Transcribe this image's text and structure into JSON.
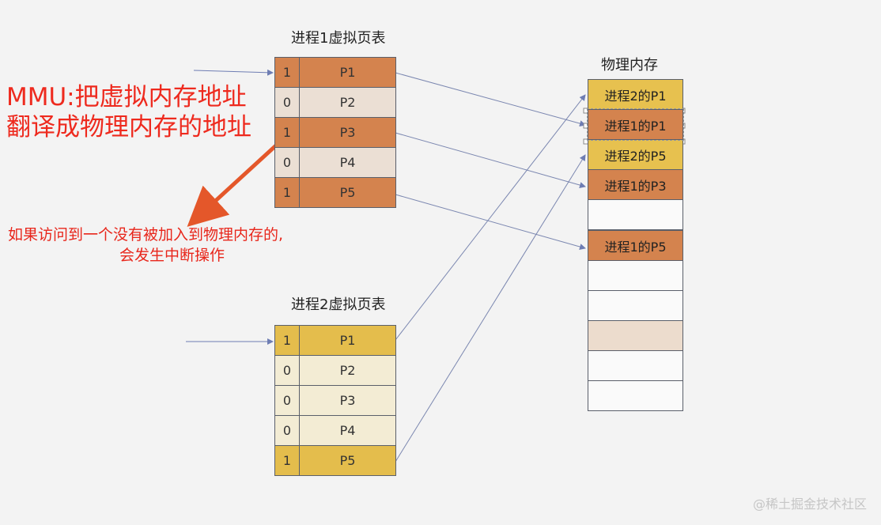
{
  "process1_table": {
    "title": "进程1虚拟页表",
    "rows": [
      {
        "flag": "1",
        "page": "P1",
        "present": true
      },
      {
        "flag": "0",
        "page": "P2",
        "present": false
      },
      {
        "flag": "1",
        "page": "P3",
        "present": true
      },
      {
        "flag": "0",
        "page": "P4",
        "present": false
      },
      {
        "flag": "1",
        "page": "P5",
        "present": true
      }
    ]
  },
  "process2_table": {
    "title": "进程2虚拟页表",
    "rows": [
      {
        "flag": "1",
        "page": "P1",
        "present": true
      },
      {
        "flag": "0",
        "page": "P2",
        "present": false
      },
      {
        "flag": "0",
        "page": "P3",
        "present": false
      },
      {
        "flag": "0",
        "page": "P4",
        "present": false
      },
      {
        "flag": "1",
        "page": "P5",
        "present": true
      }
    ]
  },
  "physical_memory": {
    "title": "物理内存",
    "cells": [
      "进程2的P1",
      "进程1的P1",
      "进程2的P5",
      "进程1的P3",
      "",
      "进程1的P5",
      "",
      "",
      "",
      "",
      ""
    ]
  },
  "annotations": {
    "mmu_line1": "MMU:把虚拟内存地址",
    "mmu_line2": "翻译成物理内存的地址",
    "note_line1": "如果访问到一个没有被加入到物理内存的,",
    "note_line2": "会发生中断操作"
  },
  "watermark": "@稀土掘金技术社区",
  "colors": {
    "process1": "#d4834e",
    "process1_absent": "#ebdfd4",
    "process2": "#e4bd4c",
    "process2_absent": "#f3ecd4",
    "annotation_red": "#ee2a1e",
    "arrow": "#e4572a",
    "mapping_line": "#7b87b0"
  }
}
